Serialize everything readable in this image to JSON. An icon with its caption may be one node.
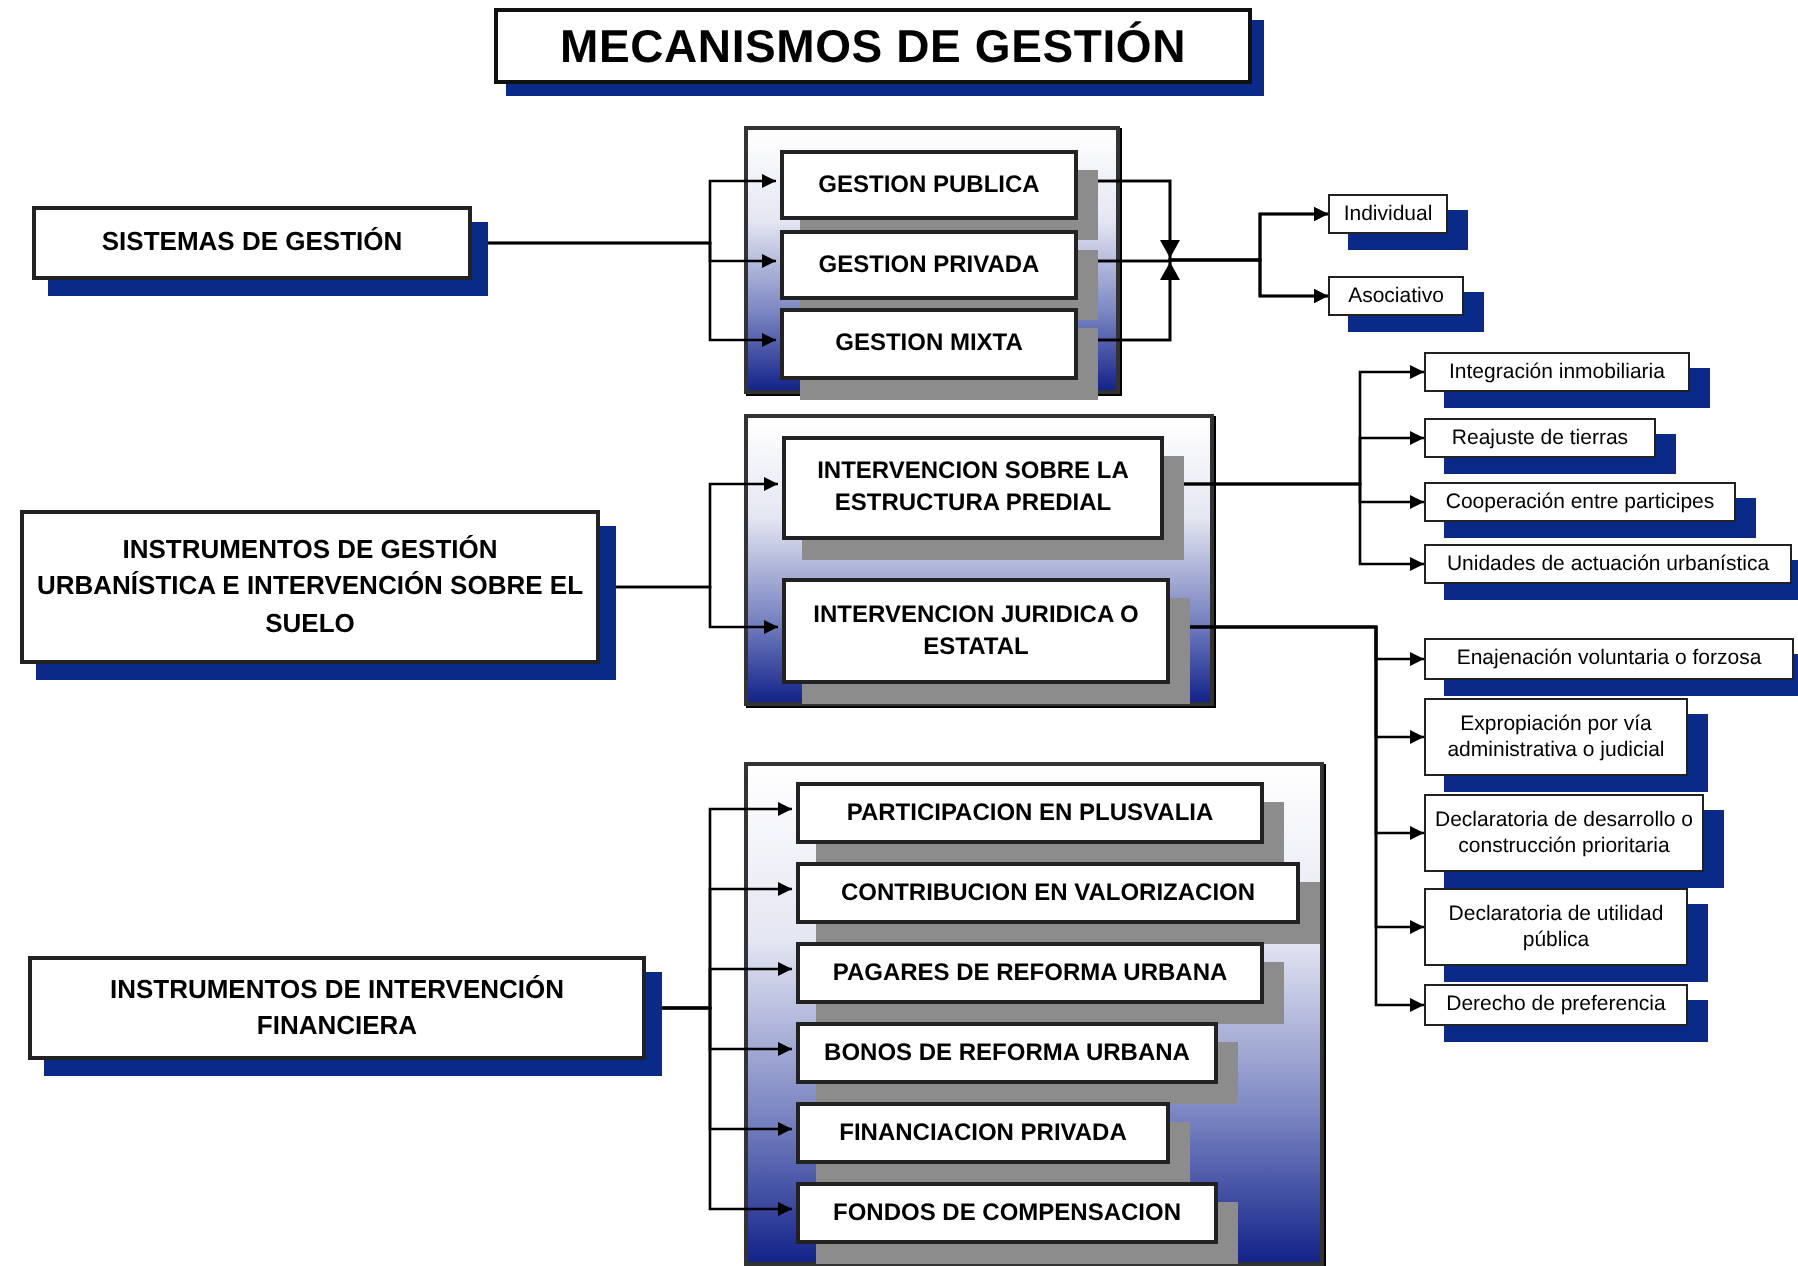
{
  "diagram": {
    "title": "MECANISMOS DE GESTIÓN",
    "nodes": [
      {
        "text": [
          "SISTEMAS DE GESTIÓN"
        ]
      },
      {
        "text": [],
        "shape": "box"
      },
      {
        "text": [
          "GESTION PUBLICA"
        ],
        "in": 1
      },
      {
        "text": [
          "GESTION PRIVADA"
        ],
        "in": 1
      },
      {
        "text": [
          "GESTION MIXTA"
        ],
        "in": 1
      },
      {
        "text": [
          "Individual"
        ]
      },
      {
        "text": [
          "Asociativo"
        ]
      },
      {
        "text": [
          "INSTRUMENTOS DE GESTIÓN URBANÍSTICA E INTERVENCIÓN SOBRE EL SUELO"
        ]
      },
      {
        "text": [],
        "shape": "box"
      },
      {
        "text": [
          "INTERVENCION SOBRE LA ESTRUCTURA PREDIAL"
        ],
        "in": 8
      },
      {
        "text": [
          "INTERVENCION JURIDICA O ESTATAL"
        ],
        "in": 8
      },
      {
        "text": [
          "Integración inmobiliaria"
        ]
      },
      {
        "text": [
          "Reajuste de tierras"
        ]
      },
      {
        "text": [
          "Cooperación entre participes"
        ]
      },
      {
        "text": [
          "Unidades de actuación urbanística"
        ]
      },
      {
        "text": [
          "Enajenación voluntaria o forzosa"
        ]
      },
      {
        "text": [
          "Expropiación por vía administrativa o judicial"
        ]
      },
      {
        "text": [
          "Declaratoria de desarrollo o construcción prioritaria"
        ]
      },
      {
        "text": [
          "Declaratoria de utilidad pública"
        ]
      },
      {
        "text": [
          "Derecho de preferencia"
        ]
      },
      {
        "text": [
          "INSTRUMENTOS DE INTERVENCIÓN FINANCIERA"
        ]
      },
      {
        "text": [],
        "shape": "box"
      },
      {
        "text": [
          "PARTICIPACION EN PLUSVALIA"
        ],
        "in": 21
      },
      {
        "text": [
          "CONTRIBUCION EN VALORIZACION"
        ],
        "in": 21
      },
      {
        "text": [
          "PAGARES DE REFORMA URBANA"
        ],
        "in": 21
      },
      {
        "text": [
          "BONOS DE REFORMA URBANA"
        ],
        "in": 21
      },
      {
        "text": [
          "FINANCIACION PRIVADA"
        ],
        "in": 21
      },
      {
        "text": [
          "FONDOS DE COMPENSACION"
        ],
        "in": 21
      }
    ],
    "edges": [
      {
        "from": 0,
        "to": 2,
        "arrow": "to"
      },
      {
        "from": 0,
        "to": 3,
        "arrow": "to"
      },
      {
        "from": 0,
        "to": 4,
        "arrow": "to"
      },
      {
        "from": 2,
        "to": 5,
        "arrow": "to"
      },
      {
        "from": 2,
        "to": 6,
        "arrow": "to"
      },
      {
        "from": 3,
        "to": 5,
        "arrow": "to"
      },
      {
        "from": 3,
        "to": 6,
        "arrow": "to"
      },
      {
        "from": 4,
        "to": 5,
        "arrow": "to"
      },
      {
        "from": 4,
        "to": 6,
        "arrow": "to"
      },
      {
        "from": 7,
        "to": 9,
        "arrow": "to"
      },
      {
        "from": 7,
        "to": 10,
        "arrow": "to"
      },
      {
        "from": 9,
        "to": 11,
        "arrow": "to"
      },
      {
        "from": 9,
        "to": 12,
        "arrow": "to"
      },
      {
        "from": 9,
        "to": 13,
        "arrow": "to"
      },
      {
        "from": 9,
        "to": 14,
        "arrow": "to"
      },
      {
        "from": 10,
        "to": 15,
        "arrow": "to"
      },
      {
        "from": 10,
        "to": 16,
        "arrow": "to"
      },
      {
        "from": 10,
        "to": 17,
        "arrow": "to"
      },
      {
        "from": 10,
        "to": 18,
        "arrow": "to"
      },
      {
        "from": 10,
        "to": 19,
        "arrow": "to"
      },
      {
        "from": 20,
        "to": 22,
        "arrow": "to"
      },
      {
        "from": 20,
        "to": 23,
        "arrow": "to"
      },
      {
        "from": 20,
        "to": 24,
        "arrow": "to"
      },
      {
        "from": 20,
        "to": 25,
        "arrow": "to"
      },
      {
        "from": 20,
        "to": 26,
        "arrow": "to"
      },
      {
        "from": 20,
        "to": 27,
        "arrow": "to"
      }
    ]
  }
}
